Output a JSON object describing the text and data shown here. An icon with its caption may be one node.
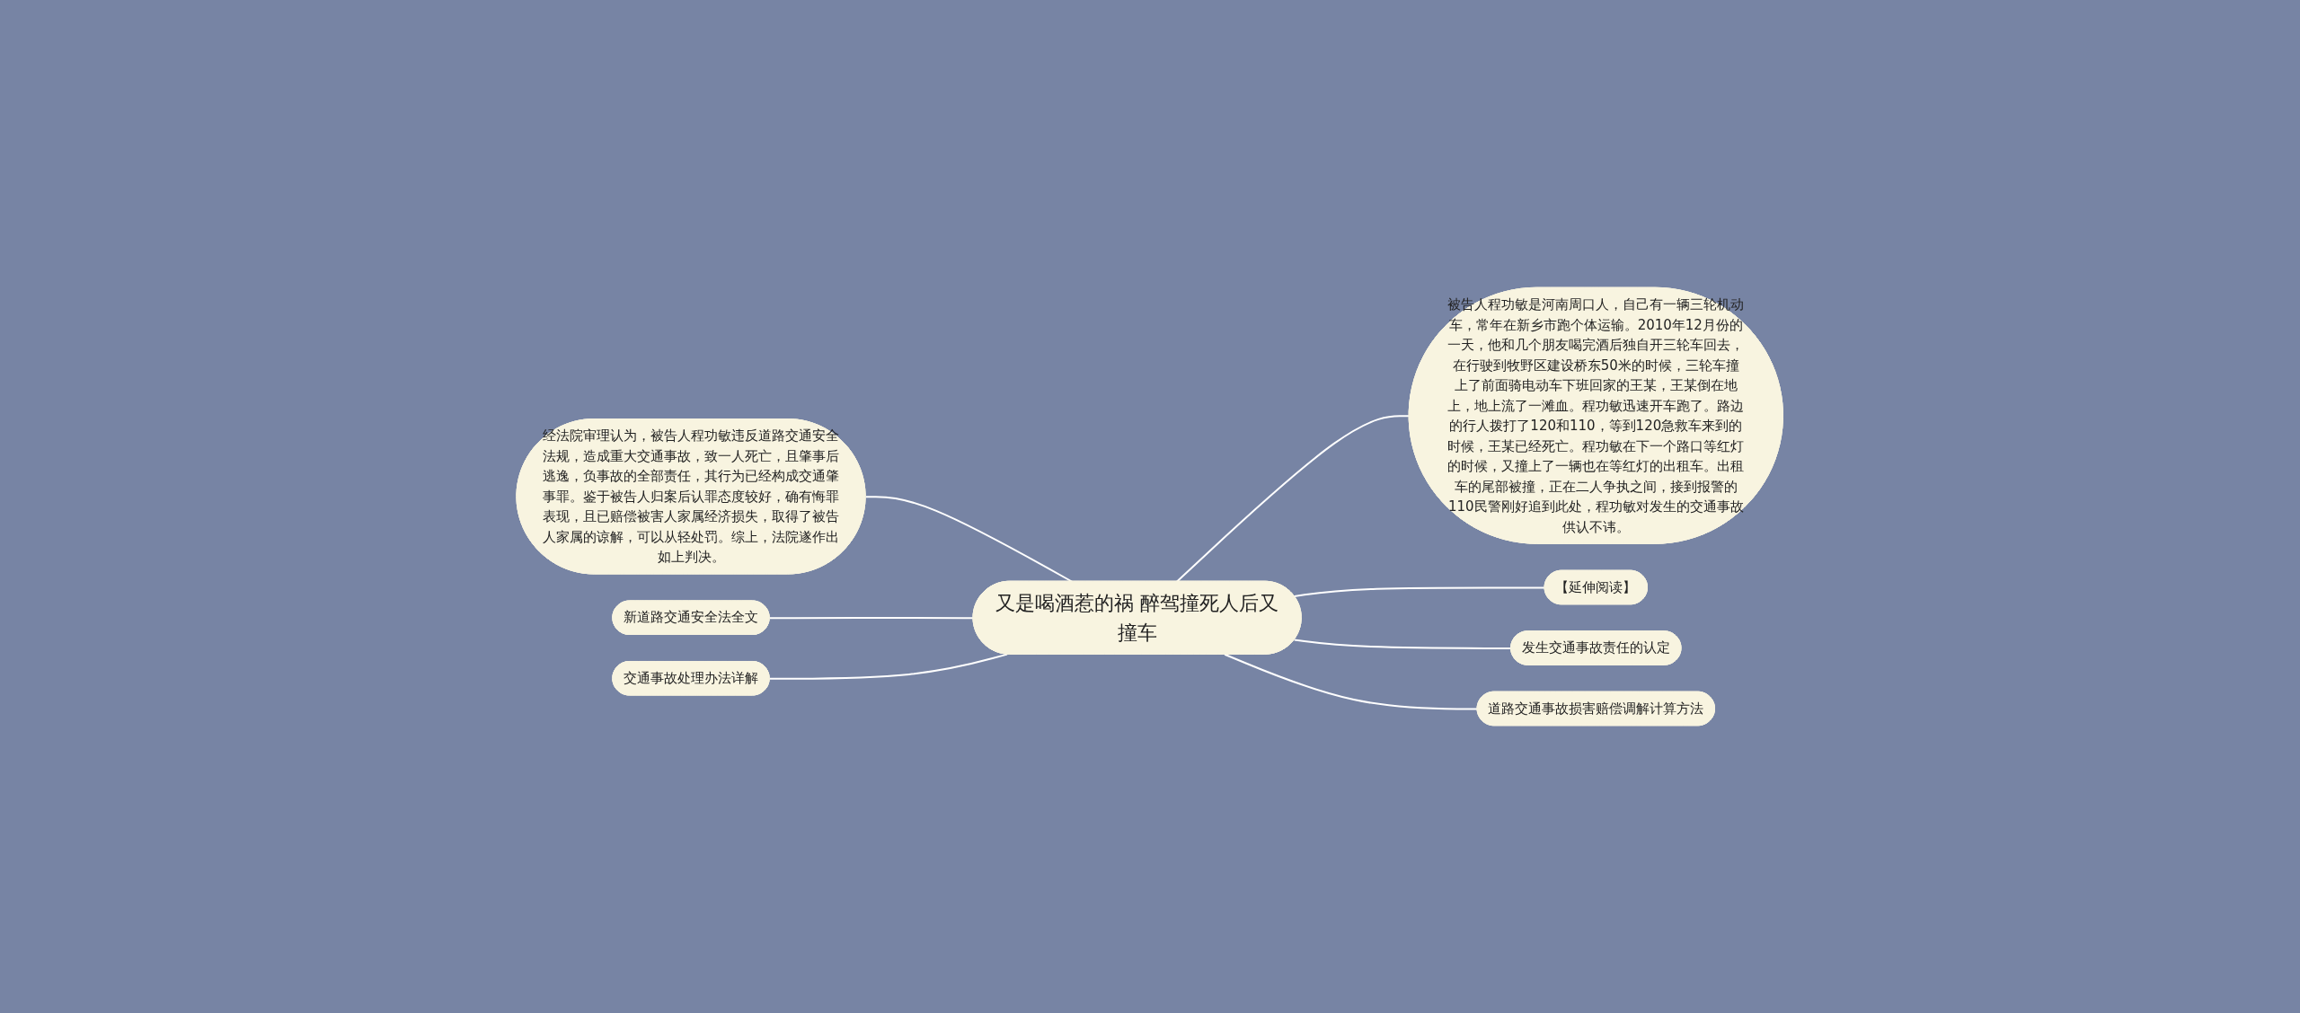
{
  "diagram": {
    "nodes": [
      {
        "text": [
          "又是喝酒惹的祸 醉驾撞死人后又撞车"
        ]
      },
      {
        "text": [
          "经法院审理认为，被告人程功敏违反道路交通安全法规，造成重大交通事故，致一人死亡，且肇事后逃逸，负事故的全部责任，其行为已经构成交通肇事罪。鉴于被告人归案后认罪态度较好，确有悔罪表现，且已赔偿被害人家属经济损失，取得了被告人家属的谅解，可以从轻处罚。综上，法院遂作出如上判决。"
        ]
      },
      {
        "text": [
          "新道路交通安全法全文"
        ]
      },
      {
        "text": [
          "交通事故处理办法详解"
        ]
      },
      {
        "text": [
          "被告人程功敏是河南周口人，自己有一辆三轮机动车，常年在新乡市跑个体运输。2010年12月份的一天，他和几个朋友喝完酒后独自开三轮车回去，在行驶到牧野区建设桥东50米的时候，三轮车撞上了前面骑电动车下班回家的王某，王某倒在地上，地上流了一滩血。程功敏迅速开车跑了。路边的行人拨打了120和110，等到120急救车来到的时候，王某已经死亡。程功敏在下一个路口等红灯的时候，又撞上了一辆也在等红灯的出租车。出租车的尾部被撞，正在二人争执之间，接到报警的110民警刚好追到此处，程功敏对发生的交通事故供认不讳。"
        ]
      },
      {
        "text": [
          "【延伸阅读】"
        ]
      },
      {
        "text": [
          "发生交通事故责任的认定"
        ]
      },
      {
        "text": [
          "道路交通事故损害赔偿调解计算方法"
        ]
      }
    ],
    "edges": [
      {
        "from": 0,
        "to": 1,
        "arrow": "none"
      },
      {
        "from": 0,
        "to": 2,
        "arrow": "none"
      },
      {
        "from": 0,
        "to": 3,
        "arrow": "none"
      },
      {
        "from": 0,
        "to": 4,
        "arrow": "none"
      },
      {
        "from": 0,
        "to": 5,
        "arrow": "none"
      },
      {
        "from": 0,
        "to": 6,
        "arrow": "none"
      },
      {
        "from": 0,
        "to": 7,
        "arrow": "none"
      }
    ]
  }
}
